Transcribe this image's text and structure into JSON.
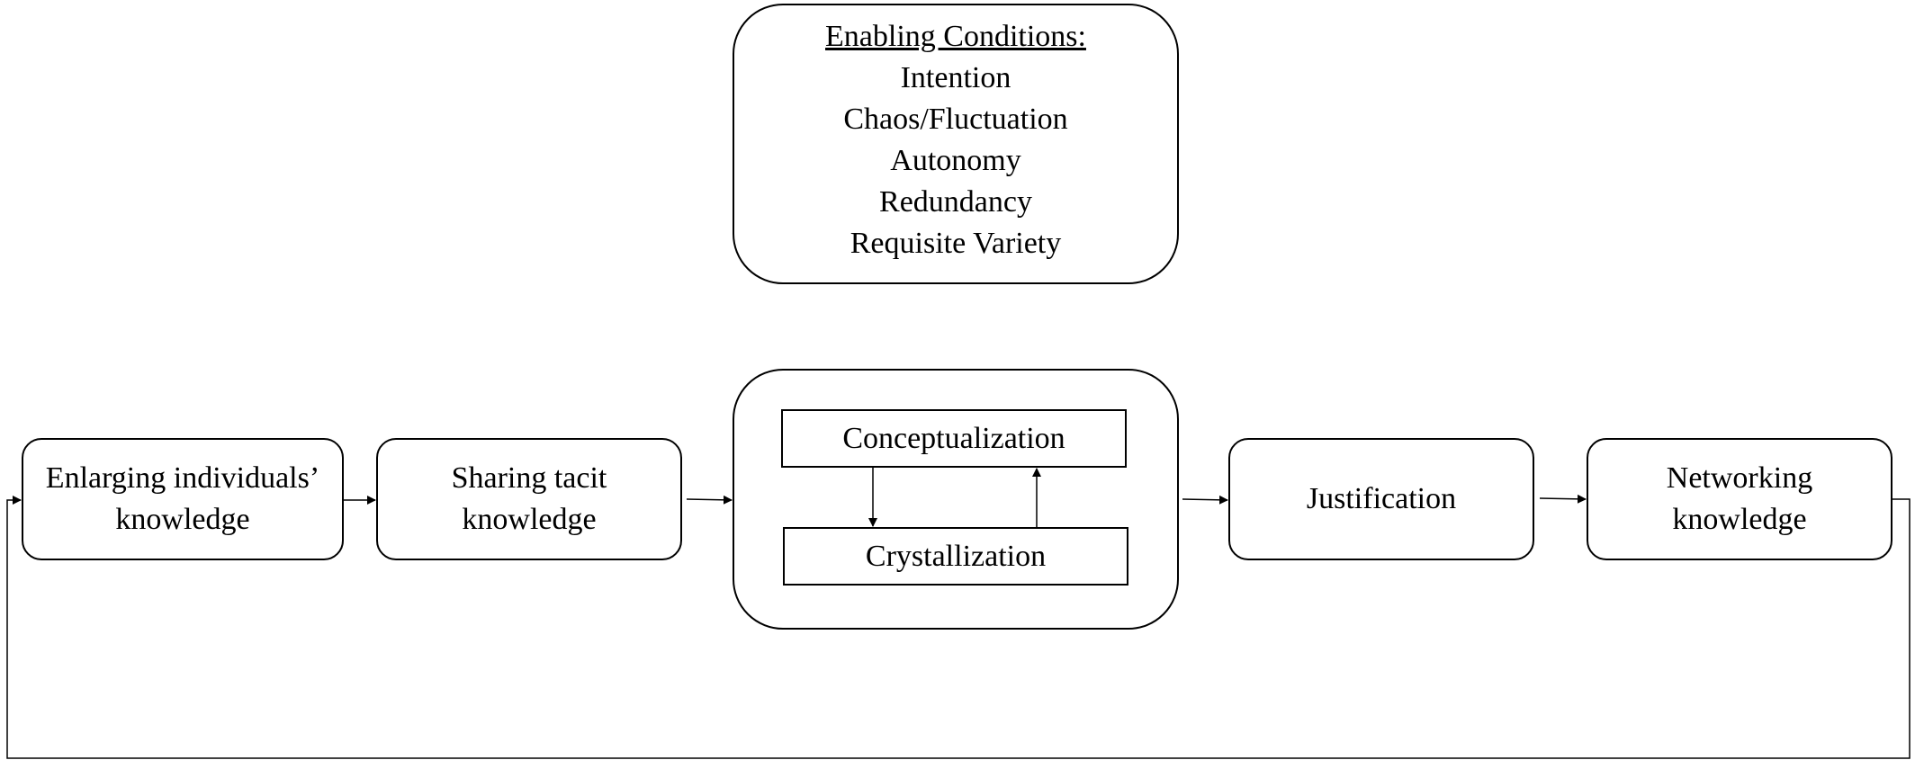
{
  "enabling_conditions": {
    "heading": "Enabling Conditions:",
    "items": [
      "Intention",
      "Chaos/Fluctuation",
      "Autonomy",
      "Redundancy",
      "Requisite Variety"
    ]
  },
  "process": {
    "step1": "Enlarging individuals’\nknowledge",
    "step2": "Sharing tacit\nknowledge",
    "step3": {
      "top": "Conceptualization",
      "bottom": "Crystallization"
    },
    "step4": "Justification",
    "step5": "Networking\nknowledge"
  }
}
